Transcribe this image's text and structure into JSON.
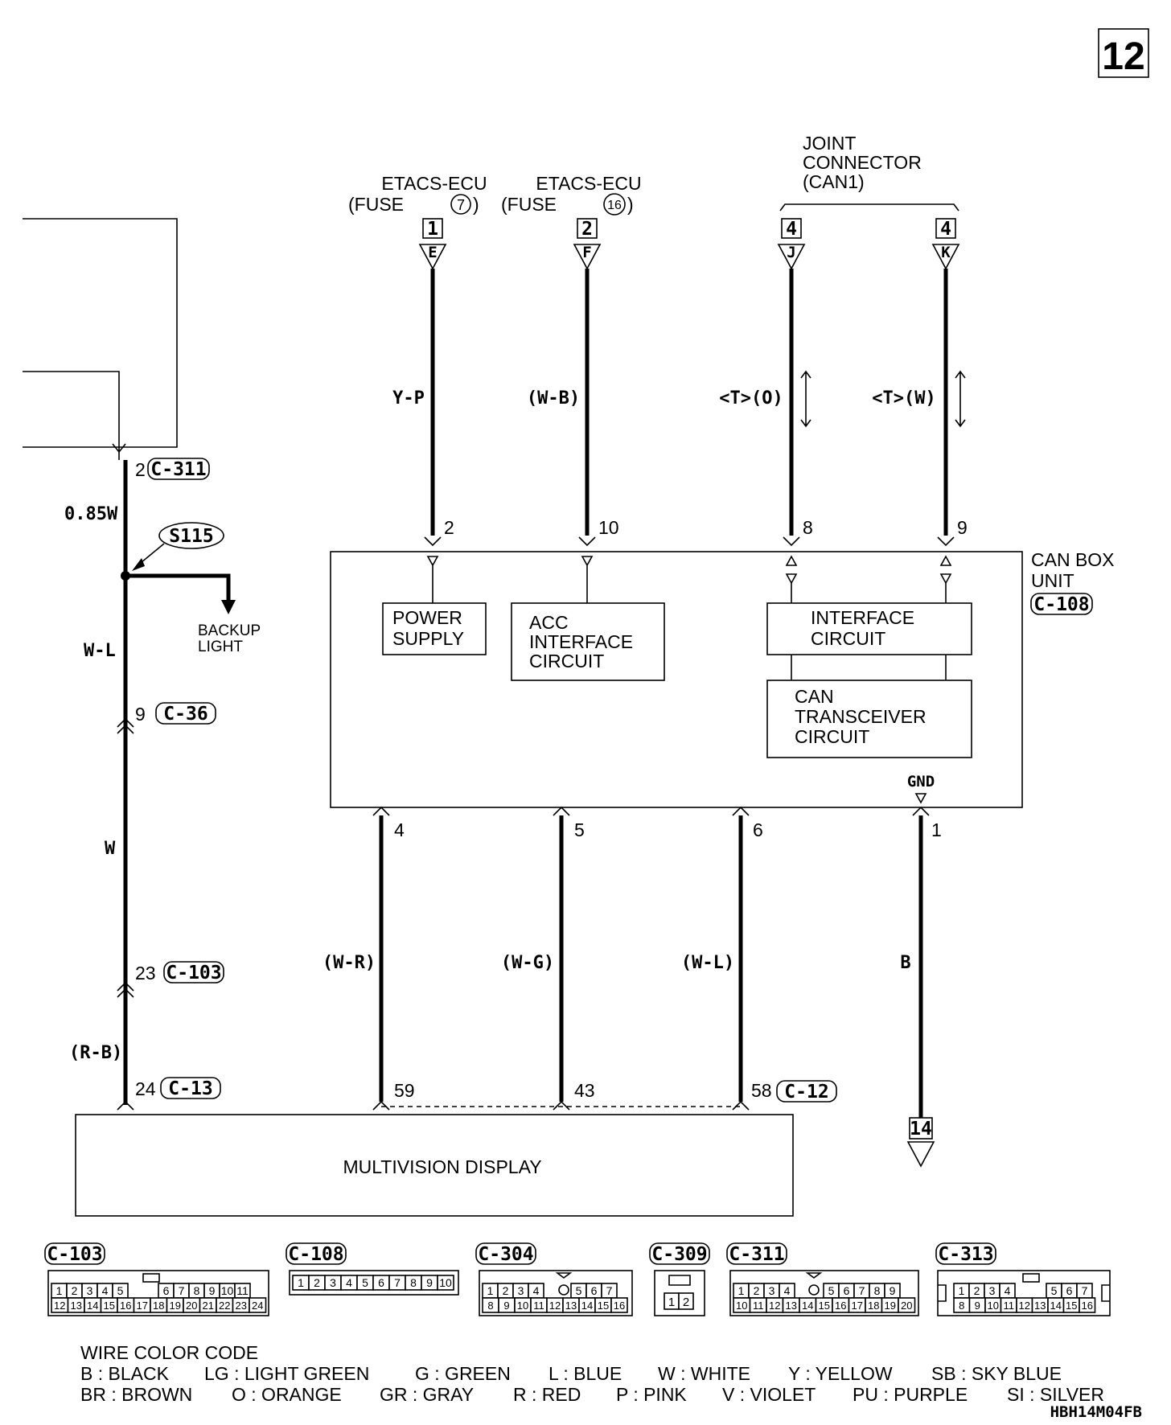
{
  "page_number": "12",
  "diagram_code": "HBH14M04FB",
  "etacs_fuse7": {
    "title": "ETACS-ECU",
    "fuse_prefix": "(FUSE",
    "fuse_num": "7",
    "fuse_suffix": ")",
    "conn_num": "1",
    "conn_letter": "E",
    "pin": "2",
    "wire": "Y-P"
  },
  "etacs_fuse16": {
    "title": "ETACS-ECU",
    "fuse_prefix": "(FUSE",
    "fuse_num": "16",
    "fuse_suffix": ")",
    "conn_num": "2",
    "conn_letter": "F",
    "pin": "10",
    "wire": "(W-B)"
  },
  "joint_connector": {
    "line1": "JOINT",
    "line2": "CONNECTOR",
    "line3": "(CAN1)"
  },
  "can_j": {
    "conn_num": "4",
    "conn_letter": "J",
    "pin": "8",
    "wire": "<T>(O)"
  },
  "can_k": {
    "conn_num": "4",
    "conn_letter": "K",
    "pin": "9",
    "wire": "<T>(W)"
  },
  "can_box": {
    "name_line1": "CAN BOX",
    "name_line2": "UNIT",
    "connector": "C-108",
    "power_supply": [
      "POWER",
      "SUPPLY"
    ],
    "acc_interface": [
      "ACC",
      "INTERFACE",
      "CIRCUIT"
    ],
    "interface_circuit": [
      "INTERFACE",
      "CIRCUIT"
    ],
    "can_transceiver": [
      "CAN",
      "TRANSCEIVER",
      "CIRCUIT"
    ],
    "gnd": "GND"
  },
  "left_circuit": {
    "c311_pin": "2",
    "c311": "C-311",
    "wire_085w": "0.85W",
    "splice": "S115",
    "backup_light": [
      "BACKUP",
      "LIGHT"
    ],
    "wire_wl": "W-L",
    "c36_pin": "9",
    "c36": "C-36",
    "wire_w": "W",
    "c103_pin": "23",
    "c103": "C-103",
    "wire_rb": "(R-B)",
    "c13_pin": "24",
    "c13": "C-13"
  },
  "outputs": [
    {
      "box_pin": "4",
      "wire": "(W-R)",
      "display_pin": "59"
    },
    {
      "box_pin": "5",
      "wire": "(W-G)",
      "display_pin": "43"
    },
    {
      "box_pin": "6",
      "wire": "(W-L)",
      "display_pin": "58"
    }
  ],
  "c12": "C-12",
  "ground": {
    "box_pin": "1",
    "wire": "B",
    "ref": "14"
  },
  "display": "MULTIVISION DISPLAY",
  "connector_views": {
    "c103": {
      "name": "C-103",
      "row1": [
        "1",
        "2",
        "3",
        "4",
        "5",
        "6",
        "7",
        "8",
        "9",
        "10",
        "11"
      ],
      "row2": [
        "12",
        "13",
        "14",
        "15",
        "16",
        "17",
        "18",
        "19",
        "20",
        "21",
        "22",
        "23",
        "24"
      ]
    },
    "c108": {
      "name": "C-108",
      "row1": [
        "1",
        "2",
        "3",
        "4",
        "5",
        "6",
        "7",
        "8",
        "9",
        "10"
      ]
    },
    "c304": {
      "name": "C-304",
      "row1": [
        "1",
        "2",
        "3",
        "4",
        "5",
        "6",
        "7"
      ],
      "row2": [
        "8",
        "9",
        "10",
        "11",
        "12",
        "13",
        "14",
        "15",
        "16"
      ]
    },
    "c309": {
      "name": "C-309",
      "row1": [
        "1",
        "2"
      ]
    },
    "c311": {
      "name": "C-311",
      "row1": [
        "1",
        "2",
        "3",
        "4",
        "5",
        "6",
        "7",
        "8",
        "9"
      ],
      "row2": [
        "10",
        "11",
        "12",
        "13",
        "14",
        "15",
        "16",
        "17",
        "18",
        "19",
        "20"
      ]
    },
    "c313": {
      "name": "C-313",
      "row1": [
        "1",
        "2",
        "3",
        "4",
        "5",
        "6",
        "7"
      ],
      "row2": [
        "8",
        "9",
        "10",
        "11",
        "12",
        "13",
        "14",
        "15",
        "16"
      ]
    }
  },
  "wire_color_code": {
    "title": "WIRE COLOR CODE",
    "row1": [
      "B : BLACK",
      "LG : LIGHT GREEN",
      "G : GREEN",
      "L : BLUE",
      "W : WHITE",
      "Y : YELLOW",
      "SB : SKY BLUE"
    ],
    "row2": [
      "BR : BROWN",
      "O : ORANGE",
      "GR : GRAY",
      "R : RED",
      "P : PINK",
      "V : VIOLET",
      "PU : PURPLE",
      "SI : SILVER"
    ]
  }
}
